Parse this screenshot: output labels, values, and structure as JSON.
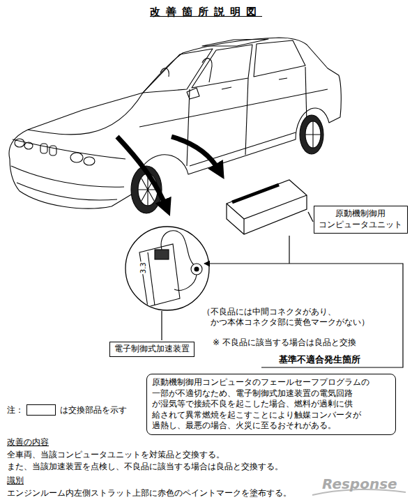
{
  "diagram": {
    "title": "改善箇所説明図",
    "nodes": [
      {
        "text": [
          "原動機制御用 コンピュータユニット"
        ]
      },
      {
        "text": [
          "電子制御式加速装置"
        ]
      },
      {
        "text": [
          "原動機制御用コンピュータのフェールセーフプログラムの 一部が不適切なため、電子制御式加速装置の電気回路 が湿気等で接続不良を起こした場合、燃料が過剰に供 給されて異常燃焼を起こすことにより触媒コンバータが 過熱し、最悪の場合、火災に至るおそれがある。"
        ]
      }
    ],
    "labels": [
      "3.3",
      "（不良品には中間コネクタがあり、 かつ本体コネクタ部に黄色マークがない）",
      "※ 不良品に該当する場合は良品と交換",
      "基準不適合発生箇所",
      "注：",
      "改善の内容",
      "全車両、当該コンピュータユニットを対策品と交換する。",
      "また、当該加速装置を点検し、不良品に該当する場合は良品と交換する。",
      "識別",
      "エンジンルーム内左側ストラット上部に赤色のペイントマークを塗布する。",
      "Response"
    ],
    "legend": [
      {
        "text": "は交換部品を示す"
      }
    ]
  }
}
